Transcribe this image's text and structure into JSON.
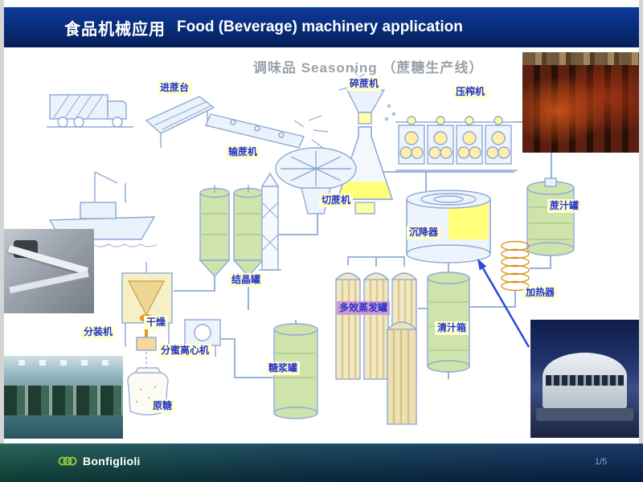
{
  "header": {
    "title_zh": "食品机械应用",
    "title_en": "Food (Beverage) machinery application"
  },
  "diagram": {
    "title": "调味品 Seasoning （蔗糖生产线）",
    "labels": [
      {
        "text": "进蔗台"
      },
      {
        "text": "碎蔗机"
      },
      {
        "text": "压榨机"
      },
      {
        "text": "输蔗机"
      },
      {
        "text": "切蔗机"
      },
      {
        "text": "沉降器"
      },
      {
        "text": "蔗汁罐"
      },
      {
        "text": "加热器"
      },
      {
        "text": "结晶罐"
      },
      {
        "text": "多效蒸发罐"
      },
      {
        "text": "清汁箱"
      },
      {
        "text": "分装机"
      },
      {
        "text": "干燥"
      },
      {
        "text": "分蜜离心机"
      },
      {
        "text": "糖浆罐"
      },
      {
        "text": "原糖"
      }
    ]
  },
  "footer": {
    "brand": "Bonfiglioli",
    "page": "1/5"
  },
  "colors": {
    "header_bg": "#082a74",
    "label_text": "#2233cc",
    "label_bg": "#ffffcf",
    "evaporator_label_bg": "#cf9ad2",
    "arrow": "#2c49d8",
    "brand_green": "#8dc63f"
  }
}
